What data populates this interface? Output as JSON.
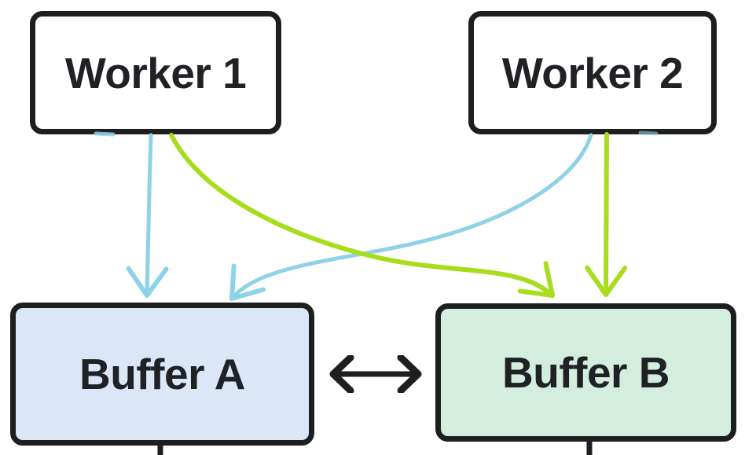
{
  "diagram": {
    "title": "worker-buffer-diagram",
    "nodes": {
      "worker1": {
        "label": "Worker 1",
        "fill": "#ffffff"
      },
      "worker2": {
        "label": "Worker 2",
        "fill": "#ffffff"
      },
      "buffer_a": {
        "label": "Buffer A",
        "fill": "#dbe7f7"
      },
      "buffer_b": {
        "label": "Buffer B",
        "fill": "#d3eedf"
      }
    },
    "edges": [
      {
        "from": "worker1",
        "to": "buffer_a",
        "style": "straight",
        "color_key": "edge_blue"
      },
      {
        "from": "worker2",
        "to": "buffer_a",
        "style": "curved",
        "color_key": "edge_blue"
      },
      {
        "from": "worker1",
        "to": "buffer_b",
        "style": "curved",
        "color_key": "edge_green"
      },
      {
        "from": "worker2",
        "to": "buffer_b",
        "style": "straight",
        "color_key": "edge_green"
      },
      {
        "from": "buffer_a",
        "to": "buffer_b",
        "style": "double-headed",
        "color_key": "edge_black"
      }
    ],
    "colors": {
      "edge_blue": "#8fd2e8",
      "edge_green": "#a7dd1c",
      "edge_black": "#1d1e20",
      "node_border": "#1d1e20",
      "text": "#1f2124",
      "background": "#ffffff"
    }
  }
}
